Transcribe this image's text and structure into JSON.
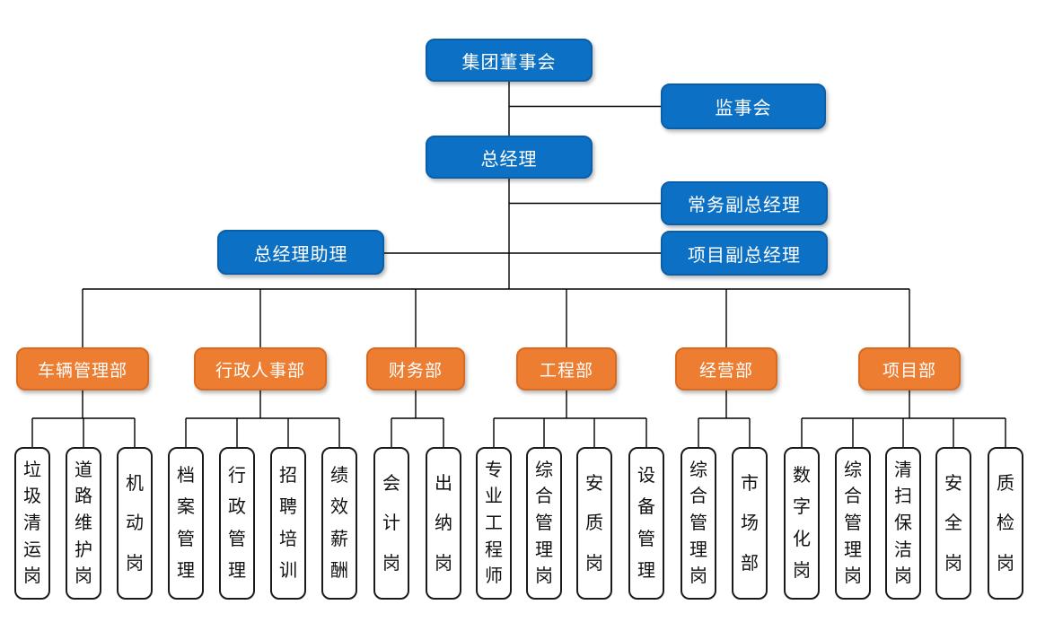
{
  "page": {
    "background": "#ffffff"
  },
  "colors": {
    "executive_fill": "#0C70C4",
    "executive_border": "#0A5FA8",
    "department_fill": "#ED7D31",
    "department_border": "#D96B20",
    "position_border": "#1B1B1B",
    "position_text": "#111111",
    "text_on_color": "#FFFFFF",
    "connector": "#000000"
  },
  "nodes": {
    "board": "集团董事会",
    "supervisory": "监事会",
    "general_manager": "总经理",
    "executive_deputy_gm": "常务副总经理",
    "gm_assistant": "总经理助理",
    "project_deputy_gm": "项目副总经理"
  },
  "departments": [
    {
      "label": "车辆管理部",
      "positions": [
        "垃圾清运岗",
        "道路维护岗",
        "机动岗"
      ]
    },
    {
      "label": "行政人事部",
      "positions": [
        "档案管理",
        "行政管理",
        "招聘培训",
        "绩效薪酬"
      ]
    },
    {
      "label": "财务部",
      "positions": [
        "会计岗",
        "出纳岗"
      ]
    },
    {
      "label": "工程部",
      "positions": [
        "专业工程师",
        "综合管理岗",
        "安质岗",
        "设备管理"
      ]
    },
    {
      "label": "经营部",
      "positions": [
        "综合管理岗",
        "市场部"
      ]
    },
    {
      "label": "项目部",
      "positions": [
        "数字化岗",
        "综合管理岗",
        "清扫保洁岗",
        "安全岗",
        "质检岗"
      ]
    }
  ]
}
